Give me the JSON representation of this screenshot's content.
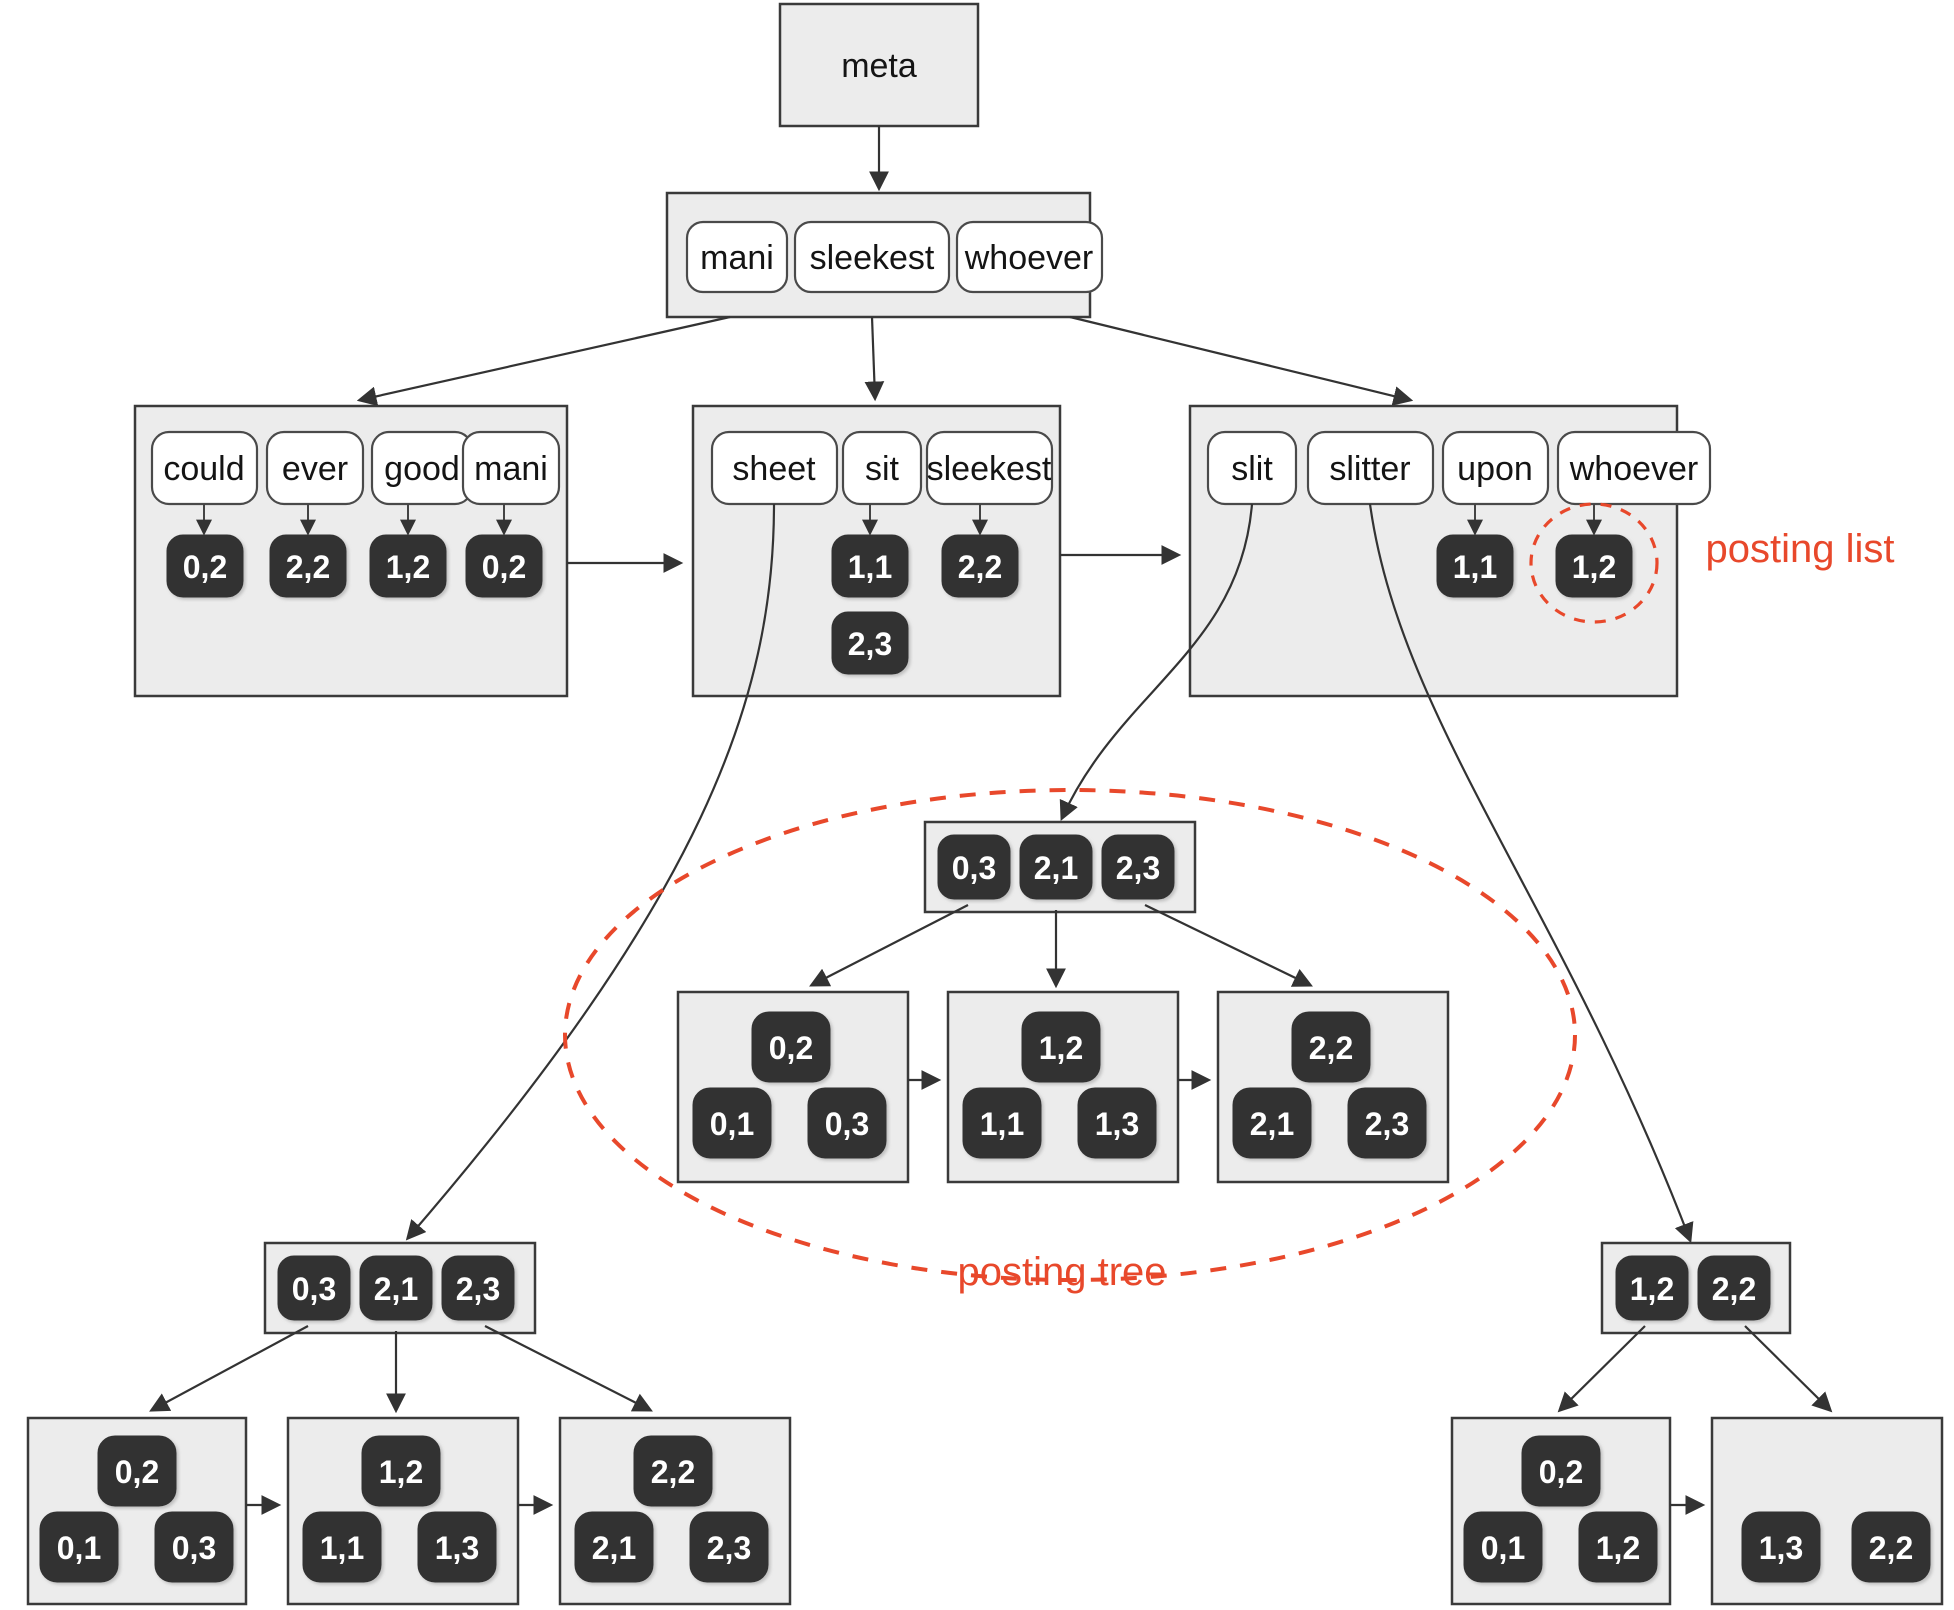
{
  "diagram": {
    "title": "inverted index with posting list and posting tree",
    "accent_color": "#e8482b",
    "node_fill": "#ececec",
    "posting_fill": "#333333"
  },
  "meta_node": {
    "label": "meta"
  },
  "root_node": {
    "terms": [
      "mani",
      "sleekest",
      "whoever"
    ]
  },
  "leaf_nodes": [
    {
      "name": "leaf-left",
      "terms": [
        "could",
        "ever",
        "good",
        "mani"
      ],
      "postings": [
        "0,2",
        "2,2",
        "1,2",
        "0,2"
      ]
    },
    {
      "name": "leaf-middle",
      "terms": [
        "sheet",
        "sit",
        "sleekest"
      ],
      "postings": [
        "1,1",
        "2,2"
      ],
      "extra_postings": [
        "2,3"
      ]
    },
    {
      "name": "leaf-right",
      "terms": [
        "slit",
        "slitter",
        "upon",
        "whoever"
      ],
      "postings": [
        "1,1",
        "1,2"
      ]
    }
  ],
  "posting_tree_center": {
    "root": [
      "0,3",
      "2,1",
      "2,3"
    ],
    "leaves": [
      {
        "top": "0,2",
        "bottom": [
          "0,1",
          "0,3"
        ]
      },
      {
        "top": "1,2",
        "bottom": [
          "1,1",
          "1,3"
        ]
      },
      {
        "top": "2,2",
        "bottom": [
          "2,1",
          "2,3"
        ]
      }
    ]
  },
  "posting_tree_left": {
    "root": [
      "0,3",
      "2,1",
      "2,3"
    ],
    "leaves": [
      {
        "top": "0,2",
        "bottom": [
          "0,1",
          "0,3"
        ]
      },
      {
        "top": "1,2",
        "bottom": [
          "1,1",
          "1,3"
        ]
      },
      {
        "top": "2,2",
        "bottom": [
          "2,1",
          "2,3"
        ]
      }
    ]
  },
  "posting_tree_right": {
    "root": [
      "1,2",
      "2,2"
    ],
    "leaves": [
      {
        "top": "0,2",
        "bottom": [
          "0,1",
          "1,2"
        ]
      },
      {
        "top": null,
        "bottom": [
          "1,3",
          "2,2"
        ]
      }
    ]
  },
  "annotations": {
    "posting_list": "posting list",
    "posting_tree": "posting tree"
  }
}
